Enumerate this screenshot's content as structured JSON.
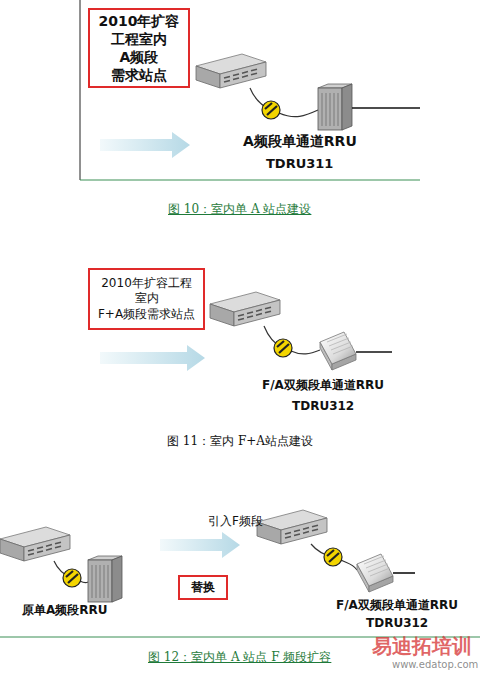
{
  "diagram": {
    "nodes": [
      {
        "text": [
          "2010年扩容 工程室内 A频段 需求站点"
        ]
      },
      {
        "text": [
          "2010年扩容工程 室内 F+A频段需求站点"
        ]
      },
      {
        "text": [
          "替换"
        ]
      }
    ],
    "labels": [
      "A频段单通道RRU",
      "TDRU311",
      "图 10：室内单 A 站点建设",
      "F/A双频段单通道RRU",
      "TDRU312",
      "图 11：室内 F+A站点建设",
      "引入F频段",
      "原单A频段RRU",
      "F/A双频段单通道RRU",
      "TDRU312",
      "图 12：室内单 A 站点 F 频段扩容",
      "易迪拓培训",
      "www.edatop.com"
    ]
  }
}
